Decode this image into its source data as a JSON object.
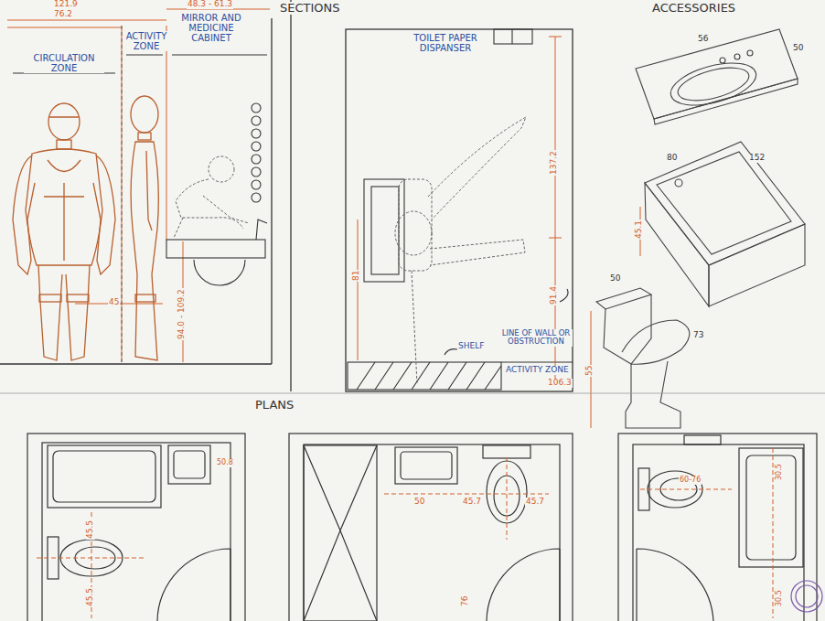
{
  "diagram": {
    "labels": [
      "SECTIONS",
      "ACCESSORIES",
      "121.9",
      "76.2",
      "48.3 - 61.3",
      "CIRCULATION ZONE",
      "ACTIVITY ZONE",
      "MIRROR AND MEDICINE CABINET",
      "45",
      "94.0 - 109.2",
      "TOILET PAPER DISPANSER",
      "137.2",
      "91.4",
      "81",
      "SHELF",
      "LINE OF WALL OR OBSTRUCTION",
      "ACTIVITY ZONE",
      "106.3",
      "56",
      "50",
      "80",
      "152",
      "45.1",
      "50",
      "73",
      "55",
      "PLANS",
      "50.8",
      "45.5",
      "45.5",
      "50",
      "45.7",
      "45.7",
      "76",
      "30.5",
      "60-76",
      "30.5"
    ]
  }
}
